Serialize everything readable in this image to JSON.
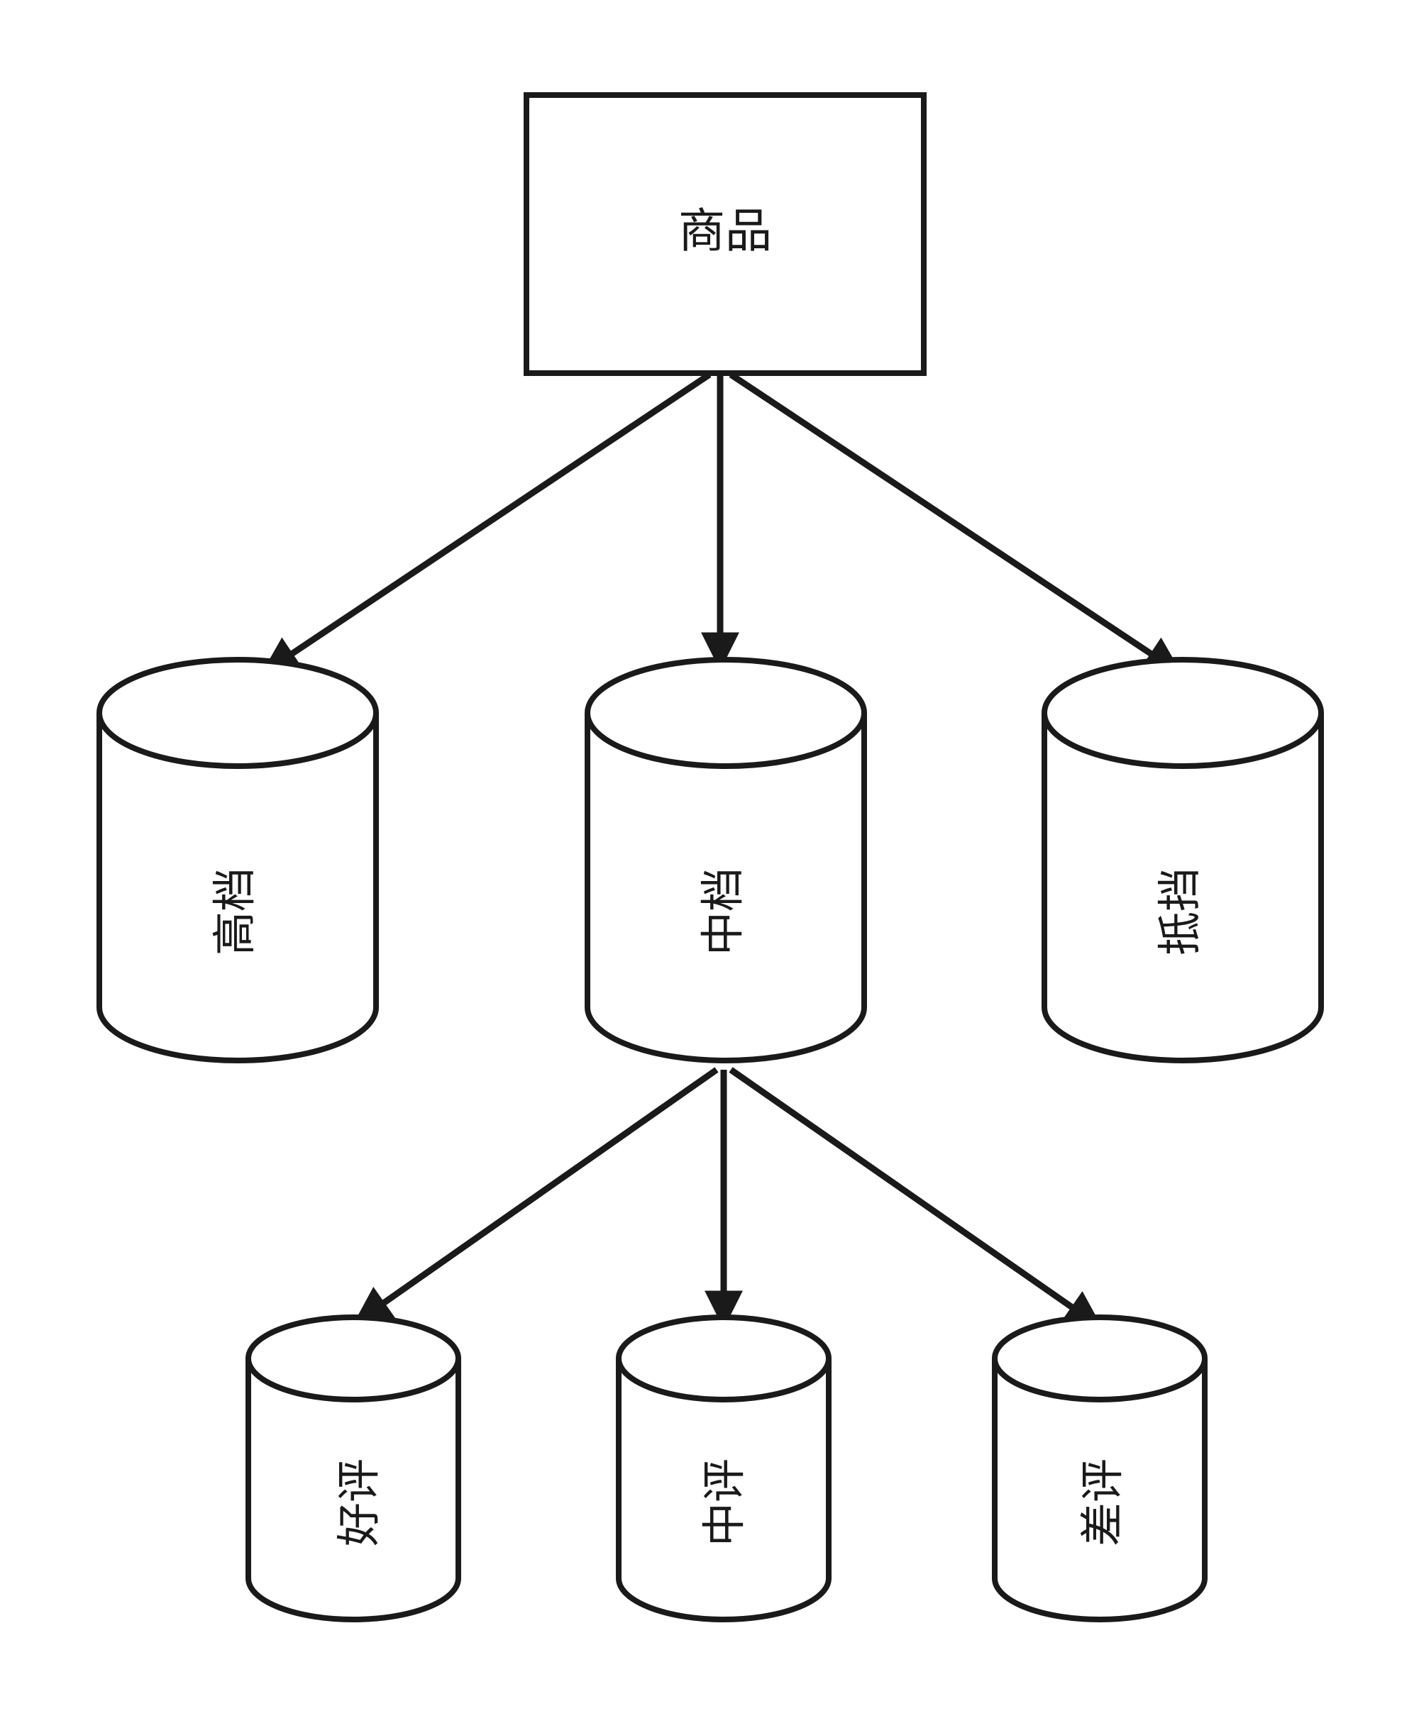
{
  "diagram": {
    "stroke_color": "#1a1a1a",
    "background": "#ffffff",
    "root": {
      "label": "商品"
    },
    "tiers": [
      {
        "label": "高档"
      },
      {
        "label": "中档"
      },
      {
        "label": "抵挡"
      }
    ],
    "reviews": [
      {
        "label": "好评"
      },
      {
        "label": "中评"
      },
      {
        "label": "差评"
      }
    ]
  }
}
